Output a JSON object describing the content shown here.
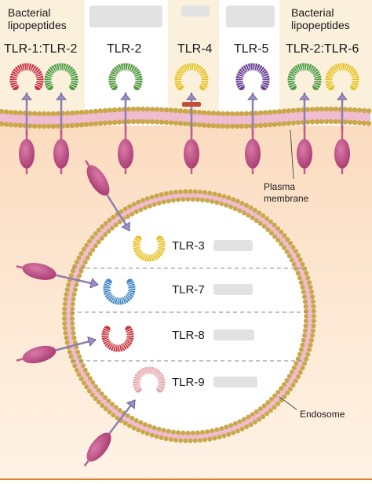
{
  "header": {
    "group1_label_line1": "Bacterial",
    "group1_label_line2": "lipopeptides",
    "group2_label_line1": "Bacterial",
    "group2_label_line2": "lipopeptides"
  },
  "receptors": {
    "tlr1_tlr2": "TLR-1:TLR-2",
    "tlr2": "TLR-2",
    "tlr4": "TLR-4",
    "tlr5": "TLR-5",
    "tlr2_tlr6": "TLR-2:TLR-6"
  },
  "membrane": {
    "plasma_line1": "Plasma",
    "plasma_line2": "membrane",
    "endosome": "Endosome"
  },
  "endosomal": {
    "tlr3": "TLR-3",
    "tlr7": "TLR-7",
    "tlr8": "TLR-8",
    "tlr9": "TLR-9"
  },
  "colors": {
    "red": "#c8323c",
    "green": "#4f9a3c",
    "yellow": "#e6c020",
    "purple": "#6a3f95",
    "blue": "#3f86c2",
    "pink": "#e4a3aa",
    "stalk": "#c45a8a",
    "membrane_gold": "#c9a84a",
    "membrane_pink": "#f0bcd0",
    "cytoplasm": "#fbe1c7"
  }
}
